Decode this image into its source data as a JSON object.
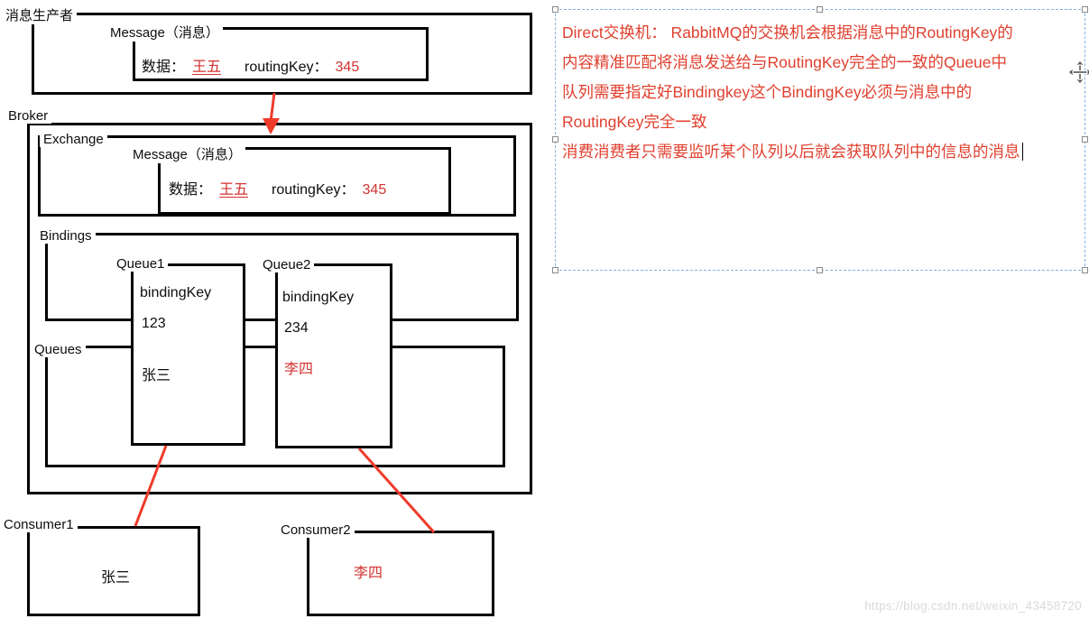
{
  "colors": {
    "red": "#d23330",
    "arrow_red": "#ee3b2a",
    "annotation_text": "#e0402f",
    "annotation_border": "#7fb2e5",
    "watermark": "#dadada"
  },
  "producer": {
    "label": "消息生产者",
    "message": {
      "title": "Message（消息）",
      "data_label": "数据：",
      "data_value": "王五",
      "routing_label": "routingKey：",
      "routing_value": "345"
    }
  },
  "broker": {
    "label": "Broker",
    "exchange": {
      "label": "Exchange",
      "message": {
        "title": "Message（消息）",
        "data_label": "数据：",
        "data_value": "王五",
        "routing_label": "routingKey：",
        "routing_value": "345"
      }
    },
    "bindings": {
      "label": "Bindings"
    },
    "queues": {
      "label": "Queues"
    },
    "queue1": {
      "label": "Queue1",
      "key_label": "bindingKey",
      "key_value": "123",
      "value": "张三"
    },
    "queue2": {
      "label": "Queue2",
      "key_label": "bindingKey",
      "key_value": "234",
      "value": "李四"
    }
  },
  "consumer1": {
    "label": "Consumer1",
    "value": "张三"
  },
  "consumer2": {
    "label": "Consumer2",
    "value": "李四"
  },
  "annotation": {
    "lines": [
      "Direct交换机： RabbitMQ的交换机会根据消息中的RoutingKey的",
      "内容精准匹配将消息发送给与RoutingKey完全的一致的Queue中",
      "队列需要指定好Bindingkey这个BindingKey必须与消息中的",
      "RoutingKey完全一致",
      "消费消费者只需要监听某个队列以后就会获取队列中的信息的消息"
    ]
  },
  "watermark": "https://blog.csdn.net/weixin_43458720",
  "icons": {
    "move_cursor": "move-cursor-icon"
  }
}
